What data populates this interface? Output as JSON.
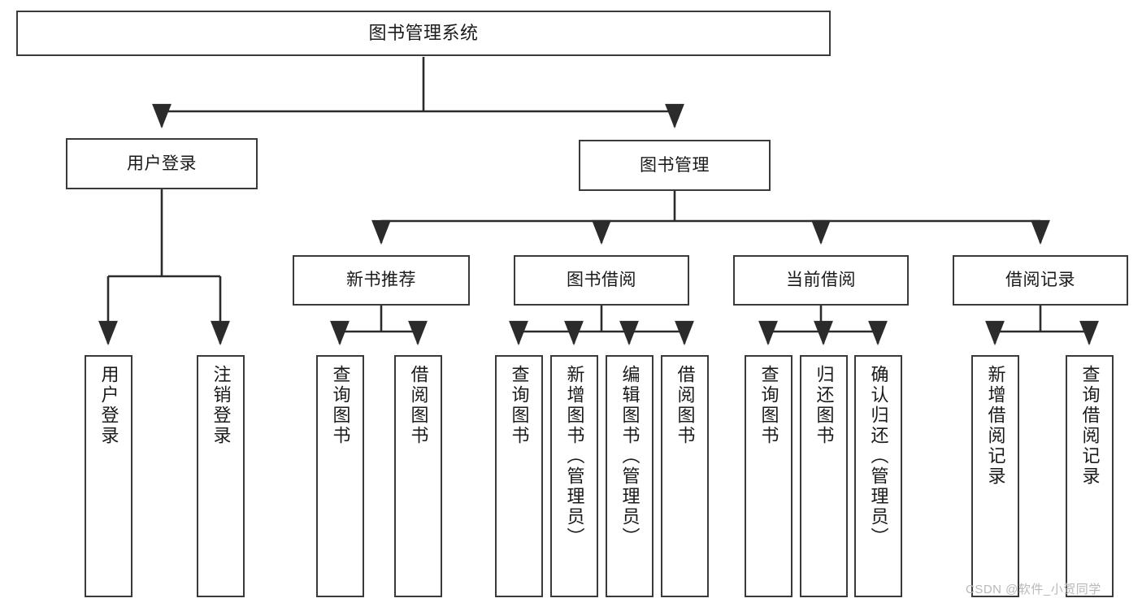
{
  "diagram": {
    "title": "图书管理系统",
    "type": "tree",
    "watermark": "CSDN @软件_小贺同学",
    "colors": {
      "background": "#ffffff",
      "box_border": "#3a3a3a",
      "box_fill": "#ffffff",
      "connector": "#2b2b2b",
      "text": "#1a1a1a",
      "watermark": "#b9b9b9"
    },
    "root": {
      "label": "图书管理系统"
    },
    "level1": [
      {
        "label": "用户登录"
      },
      {
        "label": "图书管理"
      }
    ],
    "level2": [
      {
        "label": "新书推荐"
      },
      {
        "label": "图书借阅"
      },
      {
        "label": "当前借阅"
      },
      {
        "label": "借阅记录"
      }
    ],
    "leaves": {
      "user_login": [
        {
          "label": "用户登录"
        },
        {
          "label": "注销登录"
        }
      ],
      "new_book_recommend": [
        {
          "label": "查询图书"
        },
        {
          "label": "借阅图书"
        }
      ],
      "book_borrow": [
        {
          "label": "查询图书"
        },
        {
          "label": "新增图书（管理员）"
        },
        {
          "label": "编辑图书（管理员）"
        },
        {
          "label": "借阅图书"
        }
      ],
      "current_borrow": [
        {
          "label": "查询图书"
        },
        {
          "label": "归还图书"
        },
        {
          "label": "确认归还（管理员）"
        }
      ],
      "borrow_record": [
        {
          "label": "新增借阅记录"
        },
        {
          "label": "查询借阅记录"
        }
      ]
    }
  }
}
